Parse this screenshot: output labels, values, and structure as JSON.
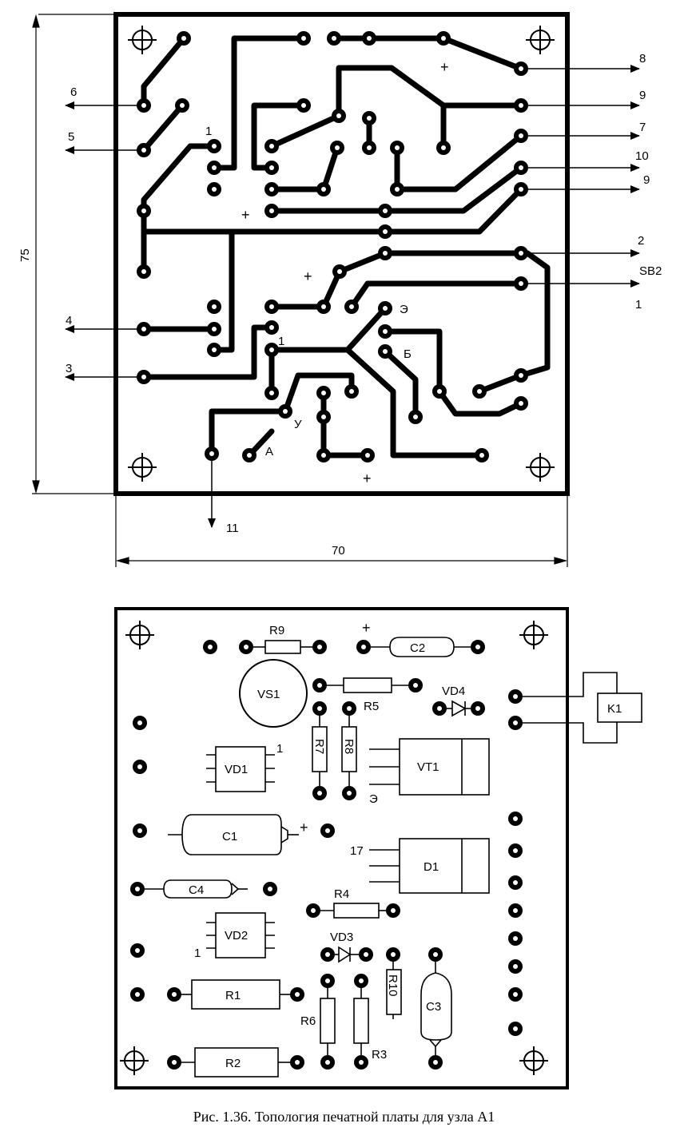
{
  "top": {
    "pins": {
      "p6": "6",
      "p5": "5",
      "p4": "4",
      "p3": "3",
      "p8": "8",
      "p9a": "9",
      "p7": "7",
      "p10": "10",
      "p9b": "9",
      "p2": "2",
      "psb2": "SB2",
      "p1": "1",
      "p11": "11"
    },
    "marks": {
      "one_a": "1",
      "one_b": "1",
      "plus_a": "+",
      "plus_b": "+",
      "plus_c": "+",
      "plus_d": "+",
      "e": "Э",
      "b": "Б",
      "u": "У",
      "a": "А"
    },
    "dims": {
      "height": "75",
      "width": "70"
    }
  },
  "bottom": {
    "components": {
      "r9": "R9",
      "c2": "C2",
      "vs1": "VS1",
      "r5": "R5",
      "vd4": "VD4",
      "k1": "K1",
      "vd1": "VD1",
      "r7": "R7",
      "r8": "R8",
      "vt1": "VT1",
      "c1": "C1",
      "d1": "D1",
      "c4": "C4",
      "r4": "R4",
      "vd2": "VD2",
      "vd3": "VD3",
      "r10": "R10",
      "c3": "C3",
      "r1": "R1",
      "r6": "R6",
      "r2": "R2",
      "r3": "R3"
    },
    "marks": {
      "plus_top": "+",
      "plus_c1": "+",
      "one_vd1": "1",
      "e_vt1": "Э",
      "pin17": "17",
      "one_vd2": "1"
    }
  },
  "caption": "Рис. 1.36. Топология печатной платы для узла А1"
}
